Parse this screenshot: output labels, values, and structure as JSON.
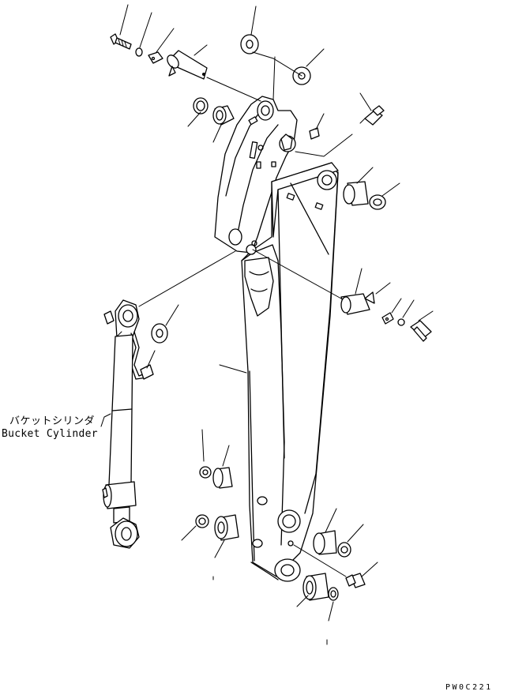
{
  "diagram": {
    "callout_jp": "バケットシリンダ",
    "callout_en": "Bucket Cylinder",
    "drawing_code": "PW0C221",
    "colors": {
      "line": "#000000",
      "background": "#ffffff"
    }
  }
}
